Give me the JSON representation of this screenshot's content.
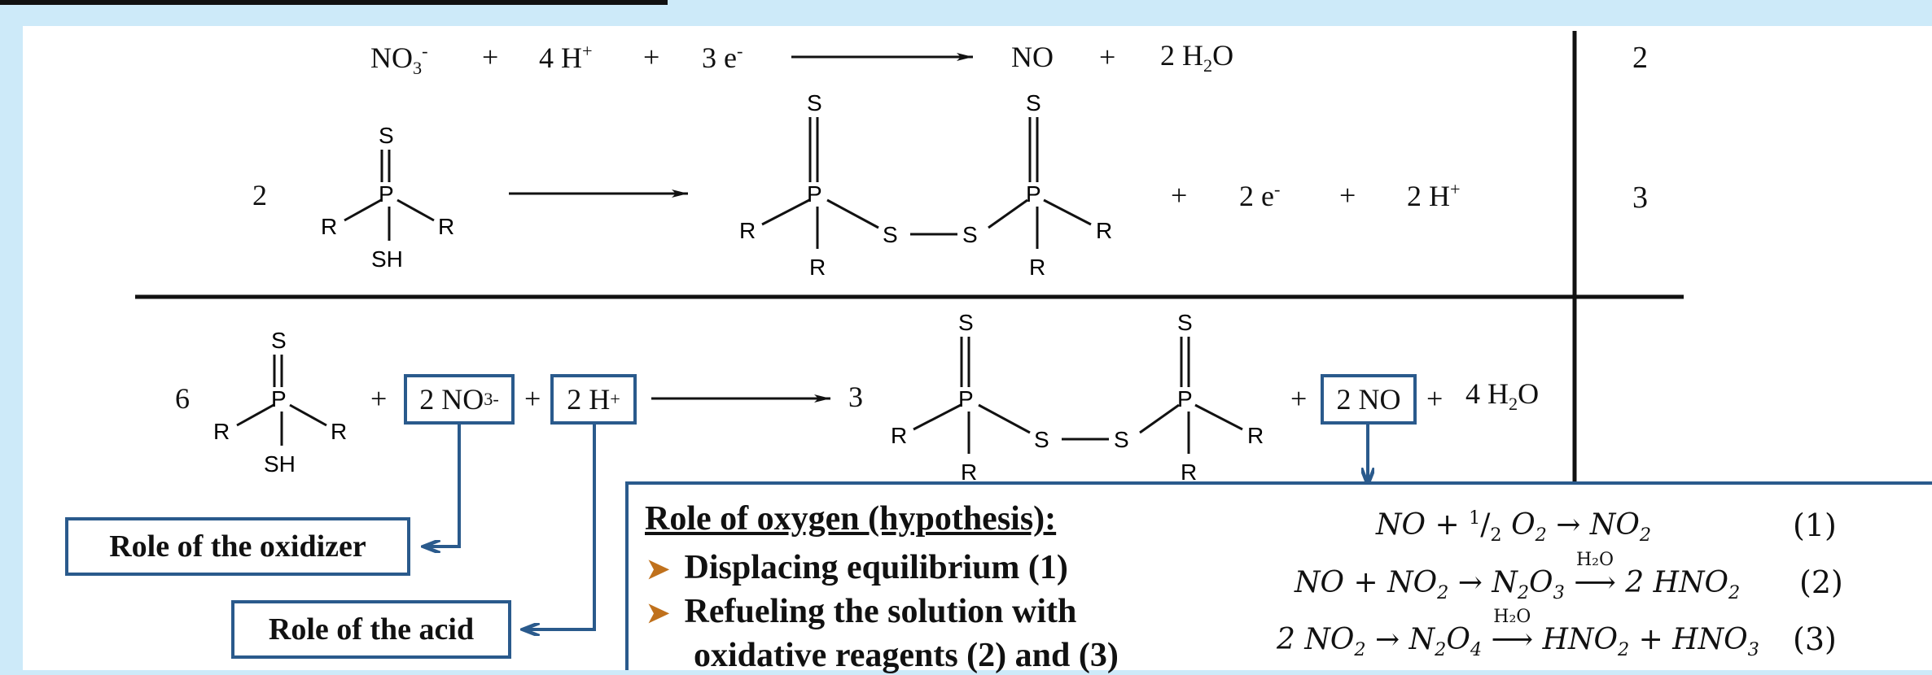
{
  "equations": {
    "half1": {
      "no3": "NO",
      "no3_sub": "3",
      "no3_sup": "-",
      "plus1": "+",
      "h": "4 H",
      "h_sup": "+",
      "plus2": "+",
      "e": "3 e",
      "e_sup": "-",
      "no": "NO",
      "plus3": "+",
      "h2o": "2 H",
      "h2o_sub": "2",
      "h2o_o": "O",
      "factor": "2"
    },
    "half2": {
      "coef": "2",
      "plus1": "+",
      "e": "2 e",
      "e_sup": "-",
      "plus2": "+",
      "h": "2 H",
      "h_sup": "+",
      "factor": "3"
    },
    "overall": {
      "coef": "6",
      "plus1": "+",
      "box_no3": "2 NO",
      "box_no3_sub": "3",
      "box_no3_sup": "-",
      "plus2": "+",
      "box_h": "2 H",
      "box_h_sup": "+",
      "prod_coef": "3",
      "plus3": "+",
      "box_no": "2 NO",
      "plus4": "+",
      "h2o": "4 H",
      "h2o_sub": "2",
      "h2o_o": "O"
    }
  },
  "molecule_labels": {
    "S": "S",
    "P": "P",
    "R": "R",
    "SH": "SH"
  },
  "roles": {
    "oxidizer": "Role of the oxidizer",
    "acid": "Role of the acid"
  },
  "hypothesis": {
    "title": "Role of oxygen (hypothesis):",
    "bullet1": "Displacing equilibrium (1)",
    "bullet2": "Refueling the solution with",
    "bullet3": "oxidative reagents (2) and (3)",
    "eq1": {
      "a": "NO + ",
      "half_num": "1",
      "half_den": "2",
      "b": "O",
      "b_sub": "2",
      "c": " → NO",
      "c_sub": "2",
      "num": "(1)"
    },
    "eq2": {
      "a": "NO + NO",
      "a_sub": "2",
      "b": " → N",
      "b_sub": "2",
      "c": "O",
      "c_sub": "3",
      "over": "H₂O",
      "d": "2 HNO",
      "d_sub": "2",
      "num": "(2)"
    },
    "eq3": {
      "a": "2 NO",
      "a_sub": "2",
      "b": " → N",
      "b_sub": "2",
      "c": "O",
      "c_sub": "4",
      "over": "H₂O",
      "d": "HNO",
      "d_sub": "2",
      "e": " + HNO",
      "e_sub": "3",
      "num": "(3)"
    }
  },
  "colors": {
    "accent_box": "#2a5a8c",
    "bullet_arrow": "#c0711c",
    "background": "#cdeaf9"
  }
}
